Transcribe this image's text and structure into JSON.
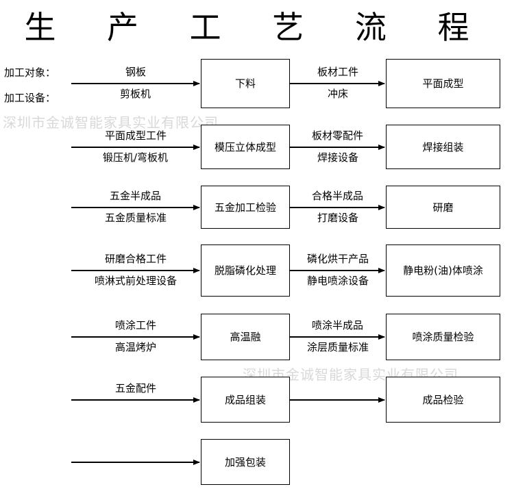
{
  "title": "生 产 工 艺 流 程",
  "legend": {
    "object": "加工对象：",
    "equipment": "加工设备："
  },
  "rows": [
    {
      "left_top": "钢板",
      "left_bottom": "剪板机",
      "mid": "下料",
      "right_top": "板材工件",
      "right_bottom": "冲床",
      "end": "平面成型"
    },
    {
      "left_top": "平面成型工件",
      "left_bottom": "锻压机/弯板机",
      "mid": "模压立体成型",
      "right_top": "板材零配件",
      "right_bottom": "焊接设备",
      "end": "焊接组装"
    },
    {
      "left_top": "五金半成品",
      "left_bottom": "五金质量标准",
      "mid": "五金加工检验",
      "right_top": "合格半成品",
      "right_bottom": "打磨设备",
      "end": "研磨"
    },
    {
      "left_top": "研磨合格工件",
      "left_bottom": "喷淋式前处理设备",
      "mid": "脱脂磷化处理",
      "right_top": "磷化烘干产品",
      "right_bottom": "静电喷涂设备",
      "end": "静电粉(油)体喷涂"
    },
    {
      "left_top": "喷涂工件",
      "left_bottom": "高温烤炉",
      "mid": "高温融",
      "right_top": "喷涂半成品",
      "right_bottom": "涂层质量标准",
      "end": "喷涂质量检验"
    },
    {
      "left_top": "五金配件",
      "left_bottom": "",
      "mid": "成品组装",
      "right_top": "",
      "right_bottom": "",
      "end": "成品检验"
    },
    {
      "left_top": "",
      "left_bottom": "",
      "mid": "加强包装",
      "right_top": "",
      "right_bottom": "",
      "end": ""
    }
  ],
  "watermark": "深圳市金诚智能家具实业有限公司"
}
